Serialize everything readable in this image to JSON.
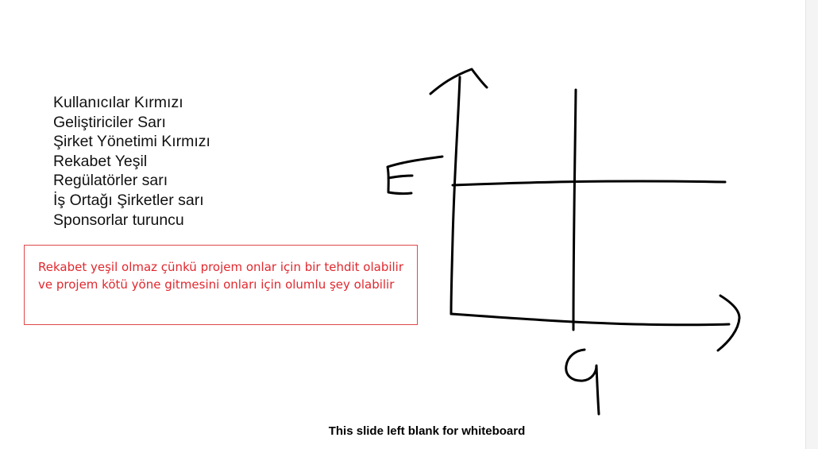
{
  "stakeholders": [
    "Kullanıcılar Kırmızı",
    "Geliştiriciler Sarı",
    "Şirket Yönetimi Kırmızı",
    "Rekabet Yeşil",
    "Regülatörler sarı",
    "İş Ortağı Şirketler sarı",
    "Sponsorlar turuncu"
  ],
  "note": {
    "line1": "Rekabet yeşil olmaz çünkü projem onlar için bir tehdit olabilir",
    "line2": "ve projem kötü yöne gitmesini onları için olumlu şey olabilir",
    "border_color": "#e0474a",
    "text_color": "#e0282e"
  },
  "sketch": {
    "description_icon": "hand-drawn-quadrant-grid",
    "y_axis_glyph": "E",
    "x_axis_glyph": "G"
  },
  "footer": {
    "text": "This slide left blank for whiteboard"
  }
}
